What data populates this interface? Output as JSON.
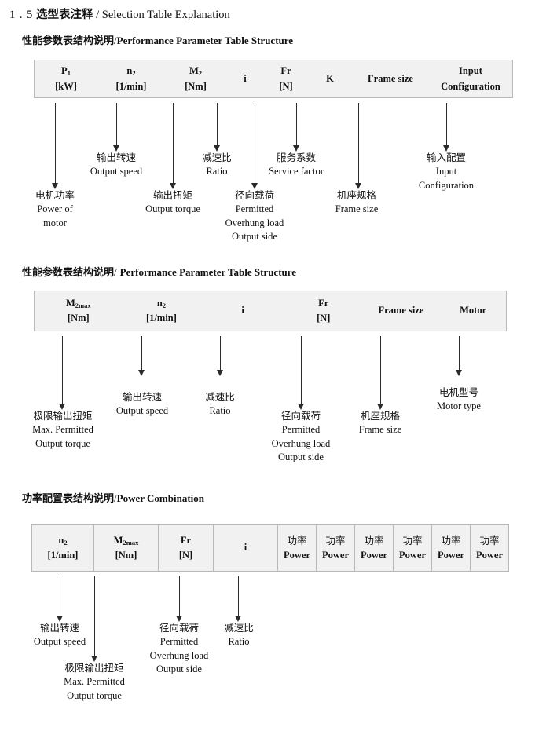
{
  "document": {
    "title_number": "1 . 5",
    "title_cn": "选型表注释",
    "title_sep": "/",
    "title_en": "Selection Table Explanation"
  },
  "sections": [
    {
      "heading_cn": "性能参数表结构说明",
      "heading_sep": "/",
      "heading_en": "Performance Parameter Table Structure",
      "columns": [
        {
          "sym": "P",
          "sub": "1",
          "unit": "[kW]"
        },
        {
          "sym": "n",
          "sub": "2",
          "unit": "[1/min]"
        },
        {
          "sym": "M",
          "sub": "2",
          "unit": "[Nm]"
        },
        {
          "sym": "i",
          "sub": "",
          "unit": ""
        },
        {
          "sym": "Fr",
          "sub": "",
          "unit": "[N]"
        },
        {
          "sym": "K",
          "sub": "",
          "unit": ""
        },
        {
          "sym": "Frame size",
          "sub": "",
          "unit": ""
        },
        {
          "sym": "Input",
          "sub": "",
          "unit": "Configuration"
        }
      ],
      "notes": [
        {
          "cn": "电机功率",
          "en": [
            "Power of",
            "motor"
          ]
        },
        {
          "cn": "输出转速",
          "en": [
            "Output speed"
          ]
        },
        {
          "cn": "输出扭矩",
          "en": [
            "Output torque"
          ]
        },
        {
          "cn": "减速比",
          "en": [
            "Ratio"
          ]
        },
        {
          "cn": "径向载荷",
          "en": [
            "Permitted",
            "Overhung load",
            "Output side"
          ]
        },
        {
          "cn": "服务系数",
          "en": [
            "Service factor"
          ]
        },
        {
          "cn": "机座规格",
          "en": [
            "Frame size"
          ]
        },
        {
          "cn": "输入配置",
          "en": [
            "Input",
            "Configuration"
          ]
        }
      ]
    },
    {
      "heading_cn": "性能参数表结构说明",
      "heading_sep": "/",
      "heading_en": "Performance Parameter Table Structure",
      "columns": [
        {
          "sym": "M",
          "sub": "2max",
          "unit": "[Nm]"
        },
        {
          "sym": "n",
          "sub": "2",
          "unit": "[1/min]"
        },
        {
          "sym": "i",
          "sub": "",
          "unit": ""
        },
        {
          "sym": "Fr",
          "sub": "",
          "unit": "[N]"
        },
        {
          "sym": "Frame size",
          "sub": "",
          "unit": ""
        },
        {
          "sym": "Motor",
          "sub": "",
          "unit": ""
        }
      ],
      "notes": [
        {
          "cn": "极限输出扭矩",
          "en": [
            "Max. Permitted",
            "Output  torque"
          ]
        },
        {
          "cn": "输出转速",
          "en": [
            "Output speed"
          ]
        },
        {
          "cn": "减速比",
          "en": [
            "Ratio"
          ]
        },
        {
          "cn": "径向载荷",
          "en": [
            "Permitted",
            "Overhung load",
            "Output side"
          ]
        },
        {
          "cn": "机座规格",
          "en": [
            "Frame size"
          ]
        },
        {
          "cn": "电机型号",
          "en": [
            "Motor type"
          ]
        }
      ]
    },
    {
      "heading_cn": "功率配置表结构说明",
      "heading_sep": "/",
      "heading_en": "Power Combination",
      "columns": [
        {
          "sym": "n",
          "sub": "2",
          "unit": "[1/min]"
        },
        {
          "sym": "M",
          "sub": "2max",
          "unit": "[Nm]"
        },
        {
          "sym": "Fr",
          "sub": "",
          "unit": "[N]"
        },
        {
          "sym": "i",
          "sub": "",
          "unit": ""
        },
        {
          "sym": "功率",
          "sub": "",
          "unit": "Power"
        },
        {
          "sym": "功率",
          "sub": "",
          "unit": "Power"
        },
        {
          "sym": "功率",
          "sub": "",
          "unit": "Power"
        },
        {
          "sym": "功率",
          "sub": "",
          "unit": "Power"
        },
        {
          "sym": "功率",
          "sub": "",
          "unit": "Power"
        },
        {
          "sym": "功率",
          "sub": "",
          "unit": "Power"
        }
      ],
      "notes": [
        {
          "cn": "输出转速",
          "en": [
            "Output speed"
          ]
        },
        {
          "cn": "极限输出扭矩",
          "en": [
            "Max. Permitted",
            "Output  torque"
          ]
        },
        {
          "cn": "径向载荷",
          "en": [
            "Permitted",
            "Overhung load",
            "Output side"
          ]
        },
        {
          "cn": "减速比",
          "en": [
            "Ratio"
          ]
        }
      ]
    }
  ]
}
